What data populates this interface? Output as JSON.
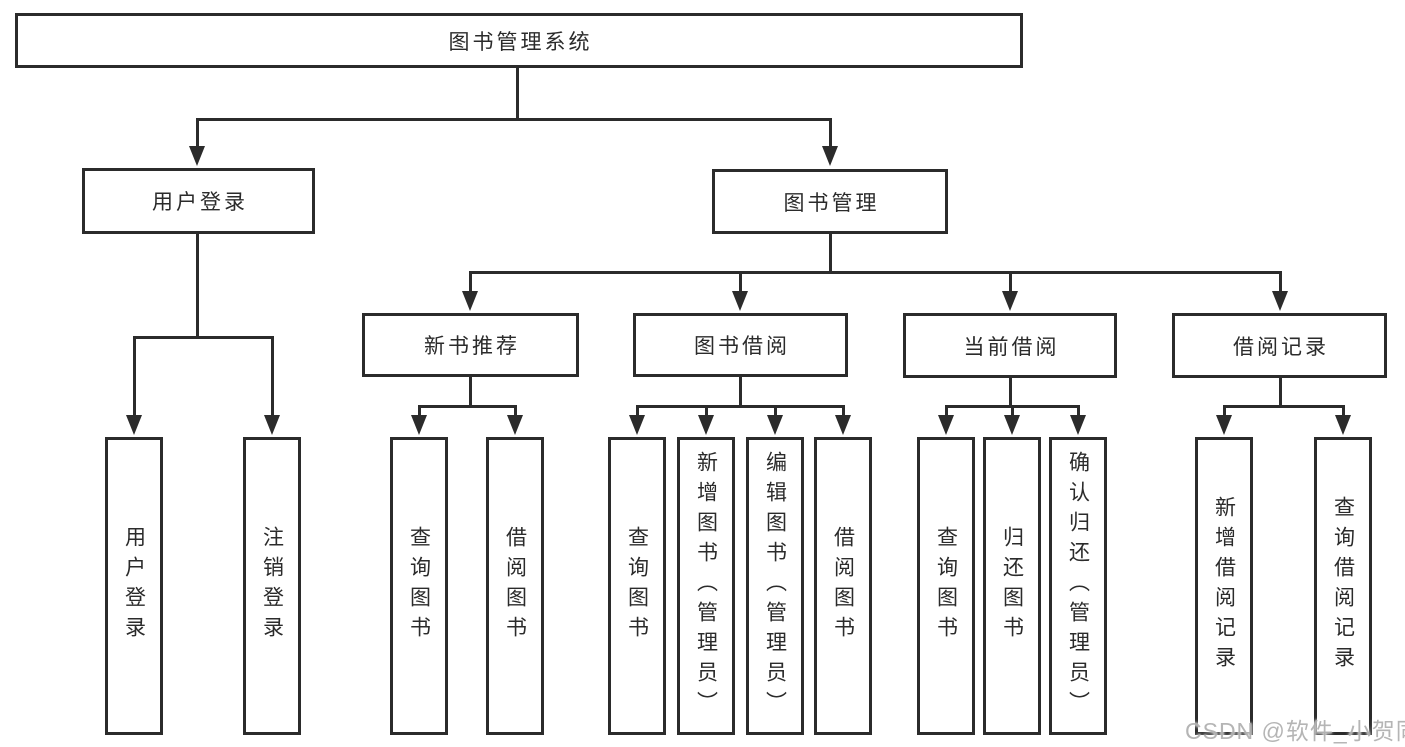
{
  "diagram": {
    "root": {
      "label": "图书管理系统"
    },
    "level1": [
      {
        "id": "user-login",
        "label": "用户登录"
      },
      {
        "id": "book-management",
        "label": "图书管理"
      }
    ],
    "level2": [
      {
        "id": "new-book-recommend",
        "label": "新书推荐"
      },
      {
        "id": "book-borrowing",
        "label": "图书借阅"
      },
      {
        "id": "current-borrowing",
        "label": "当前借阅"
      },
      {
        "id": "borrowing-records",
        "label": "借阅记录"
      }
    ],
    "leaves": [
      {
        "label": "用户登录"
      },
      {
        "label": "注销登录"
      },
      {
        "label": "查询图书"
      },
      {
        "label": "借阅图书"
      },
      {
        "label": "查询图书"
      },
      {
        "label": "新增图书（管理员）"
      },
      {
        "label": "编辑图书（管理员）"
      },
      {
        "label": "借阅图书"
      },
      {
        "label": "查询图书"
      },
      {
        "label": "归还图书"
      },
      {
        "label": "确认归还（管理员）"
      },
      {
        "label": "新增借阅记录"
      },
      {
        "label": "查询借阅记录"
      }
    ]
  },
  "watermark": {
    "text": "CSDN @软件_小贺同学"
  },
  "colors": {
    "line": "#2b2b2b",
    "text": "#2b2b2b",
    "background": "#ffffff",
    "watermark": "#a8a8a8"
  }
}
